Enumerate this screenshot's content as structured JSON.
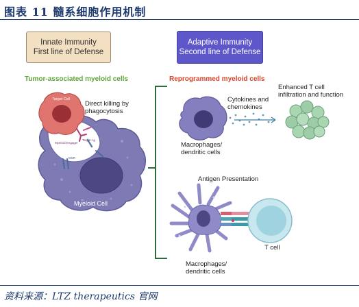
{
  "figure_title": "图表 11   髓系细胞作用机制",
  "source": "资料来源：LTZ therapeutics 官网",
  "innate_box": {
    "line1": "Innate Immunity",
    "line2": "First line of Defense"
  },
  "adaptive_box": {
    "line1": "Adaptive Immunity",
    "line2": "Second line of Defense"
  },
  "left_panel": {
    "heading": "Tumor-associated myeloid cells",
    "target_cell": "Target Cell",
    "myeloid_cell": "Myeloid Cell",
    "direct_killing": [
      "Direct killing by",
      "phagocytosis"
    ],
    "receptor_labels": [
      "Target Ag",
      "Myeloid Engager",
      "MSR"
    ]
  },
  "right_panel": {
    "heading": "Reprogrammed myeloid cells",
    "macro1": [
      "Macrophages/",
      "dendritic cells"
    ],
    "cytokines": [
      "Cytokines and",
      "chemokines"
    ],
    "enhanced": [
      "Enhanced T cell",
      "infiltration and function"
    ],
    "antigen": "Antigen Presentation",
    "t_cell": "T cell",
    "macro2": [
      "Macrophages/",
      "dendritic cells"
    ]
  },
  "colors": {
    "title_blue": "#1f3a6d",
    "green_label": "#5ea63a",
    "red_label": "#d6452a",
    "innate_fill": "#f3dfc1",
    "adaptive_fill": "#5d57c9",
    "bracket": "#2f6b3a"
  }
}
